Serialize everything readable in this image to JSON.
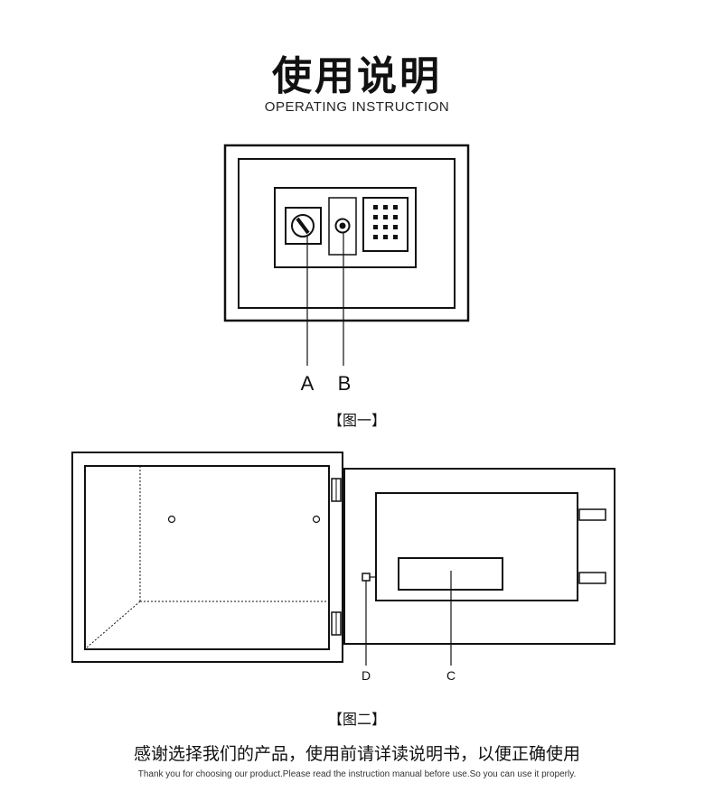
{
  "header": {
    "title": "使用说明",
    "subtitle": "OPERATING INSTRUCTION"
  },
  "figure1": {
    "label_a": "A",
    "label_b": "B",
    "caption": "【图一】"
  },
  "figure2": {
    "label_d": "D",
    "label_c": "C",
    "caption": "【图二】"
  },
  "footer": {
    "thanks_cn": "感谢选择我们的产品，使用前请详读说明书，以便正确使用",
    "thanks_en": "Thank you for choosing our product.Please read the instruction manual before use.So you can use it properly."
  }
}
